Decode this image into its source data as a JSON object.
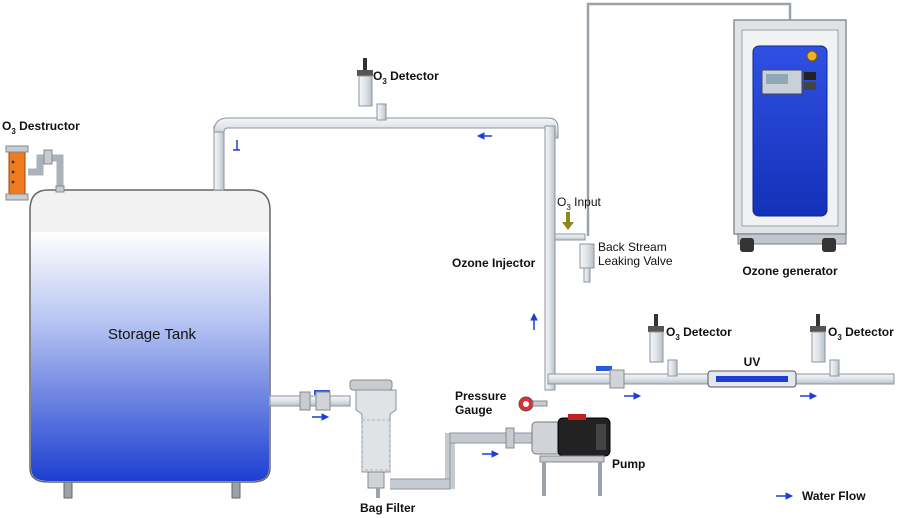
{
  "labels": {
    "o3_symbol": "O",
    "o3_sub": "3",
    "detector_word": " Detector",
    "destructor_word": " Destructor",
    "input_word": " Input",
    "storage_tank": "Storage Tank",
    "ozone_generator": "Ozone generator",
    "back_stream_line1": "Back Stream",
    "back_stream_line2": "Leaking Valve",
    "ozone_injector": "Ozone Injector",
    "pressure_line1": "Pressure",
    "pressure_line2": "Gauge",
    "pump": "Pump",
    "uv": "UV",
    "bag_filter": "Bag Filter",
    "water_flow": "Water Flow"
  },
  "colors": {
    "pipe_fill": "#e4e8ec",
    "pipe_stroke": "#8c96a0",
    "water_top": "#ffffff",
    "water_bottom": "#1c3fd1",
    "generator_panel": "#1e3cd6",
    "destructor": "#f07a1e",
    "flow_arrow": "#1b3fd8",
    "input_arrow": "#8a8a1a"
  },
  "icons": [
    "water-flow-arrow-icon",
    "ozone-input-arrow-icon"
  ]
}
